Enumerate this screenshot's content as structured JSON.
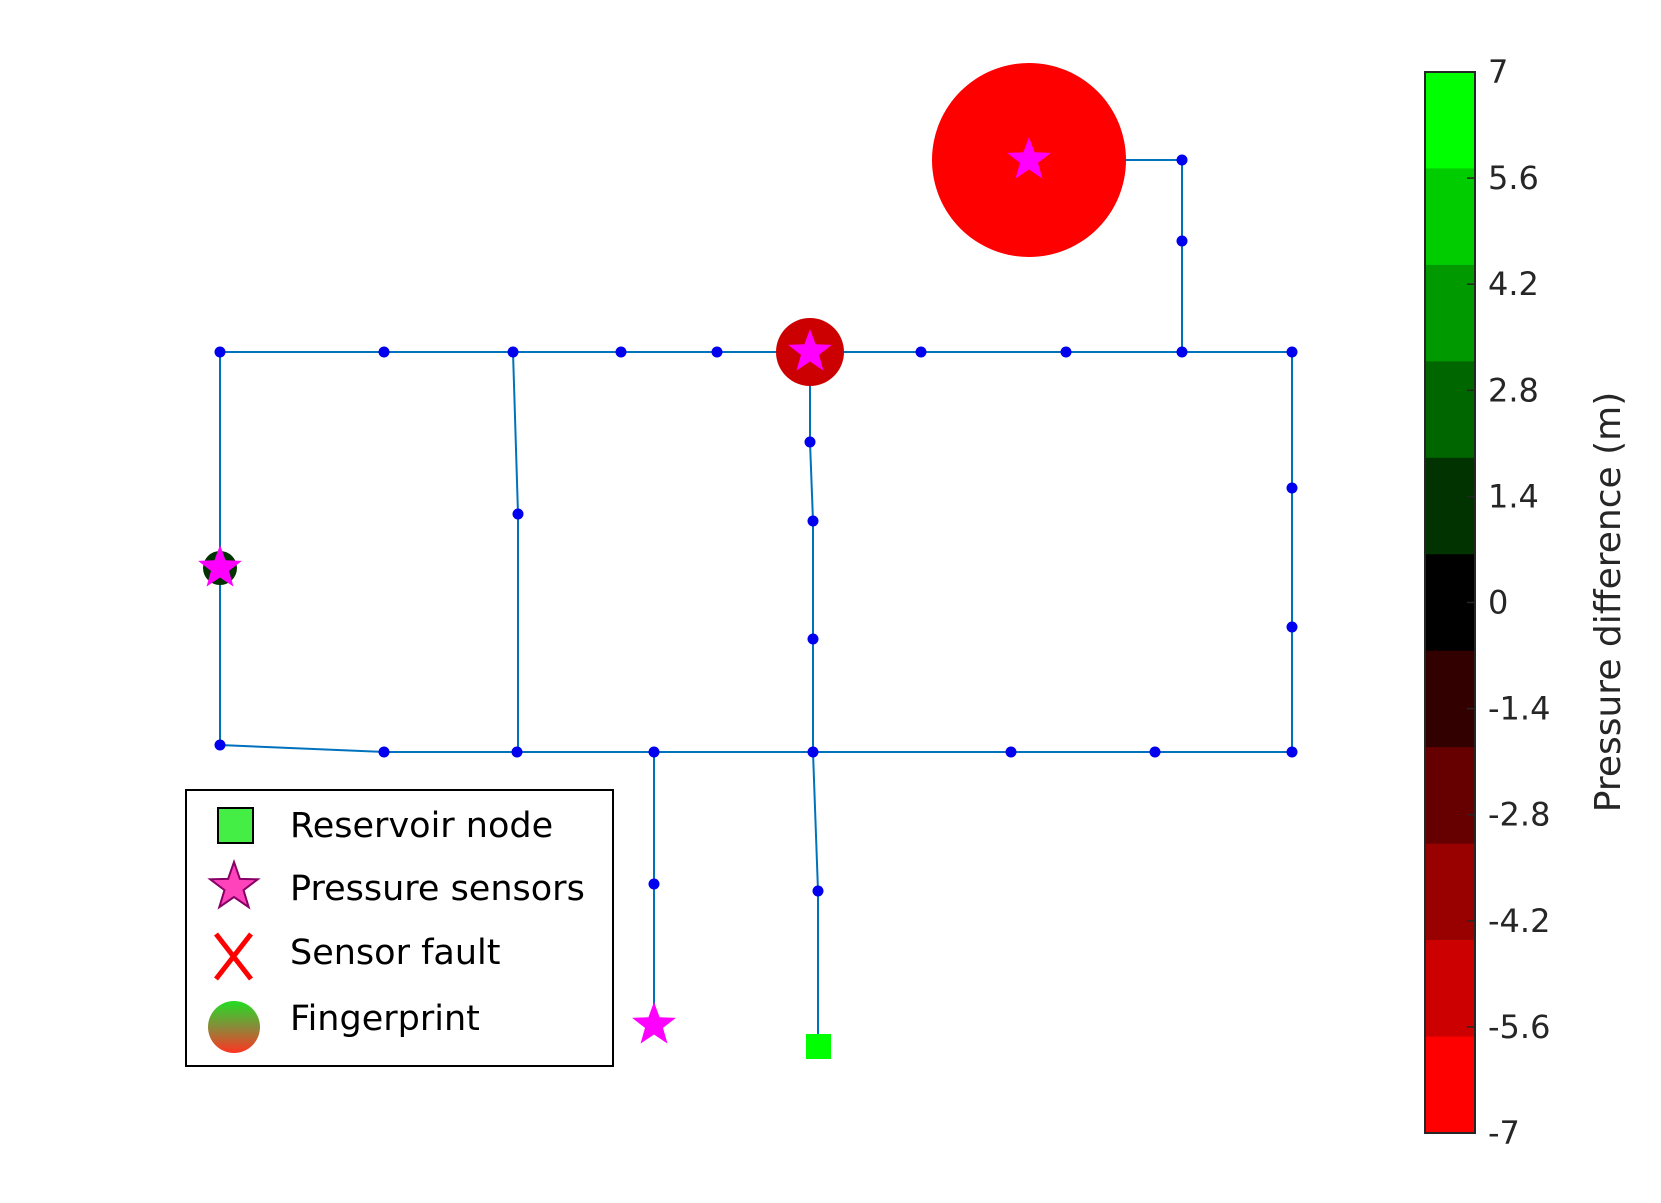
{
  "legend": {
    "items": [
      {
        "label": "Reservoir node",
        "icon": "reservoir-square-icon"
      },
      {
        "label": "Pressure sensors",
        "icon": "star-icon"
      },
      {
        "label": "Sensor fault",
        "icon": "red-x-icon"
      },
      {
        "label": "Fingerprint",
        "icon": "gradient-circle-icon"
      }
    ]
  },
  "colorbar": {
    "title": "Pressure difference (m)",
    "ticks": [
      "7",
      "5.6",
      "4.2",
      "2.8",
      "1.4",
      "0",
      "-1.4",
      "-2.8",
      "-4.2",
      "-5.6",
      "-7"
    ],
    "colors": [
      "#00ff00",
      "#00cc00",
      "#009900",
      "#006600",
      "#003300",
      "#000000",
      "#330000",
      "#660000",
      "#990000",
      "#cc0000",
      "#ff0000"
    ]
  },
  "colors": {
    "pipe": "#0072bd",
    "node": "#0000ee",
    "sensor": "#ff00ff",
    "reservoir": "#00ff00"
  }
}
